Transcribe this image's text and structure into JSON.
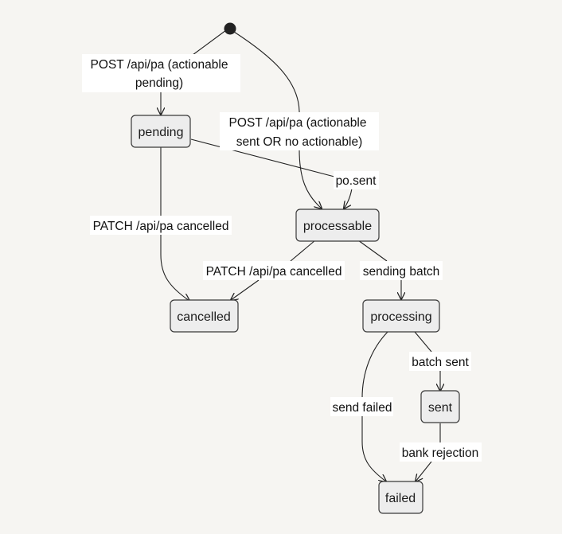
{
  "diagram": {
    "type": "state-diagram",
    "initial_state": "start",
    "states": [
      {
        "id": "pending",
        "label": "pending"
      },
      {
        "id": "processable",
        "label": "processable"
      },
      {
        "id": "cancelled",
        "label": "cancelled"
      },
      {
        "id": "processing",
        "label": "processing"
      },
      {
        "id": "sent",
        "label": "sent"
      },
      {
        "id": "failed",
        "label": "failed"
      }
    ],
    "transitions": [
      {
        "from": "start",
        "to": "pending",
        "label_lines": [
          "POST /api/pa (actionable",
          "pending)"
        ]
      },
      {
        "from": "start",
        "to": "processable",
        "label_lines": [
          "POST /api/pa (actionable",
          "sent OR no actionable)"
        ]
      },
      {
        "from": "pending",
        "to": "processable",
        "label_lines": [
          "po.sent"
        ]
      },
      {
        "from": "pending",
        "to": "cancelled",
        "label_lines": [
          "PATCH /api/pa cancelled"
        ]
      },
      {
        "from": "processable",
        "to": "cancelled",
        "label_lines": [
          "PATCH /api/pa cancelled"
        ]
      },
      {
        "from": "processable",
        "to": "processing",
        "label_lines": [
          "sending batch"
        ]
      },
      {
        "from": "processing",
        "to": "sent",
        "label_lines": [
          "batch sent"
        ]
      },
      {
        "from": "processing",
        "to": "failed",
        "label_lines": [
          "send failed"
        ]
      },
      {
        "from": "sent",
        "to": "failed",
        "label_lines": [
          "bank rejection"
        ]
      }
    ]
  }
}
